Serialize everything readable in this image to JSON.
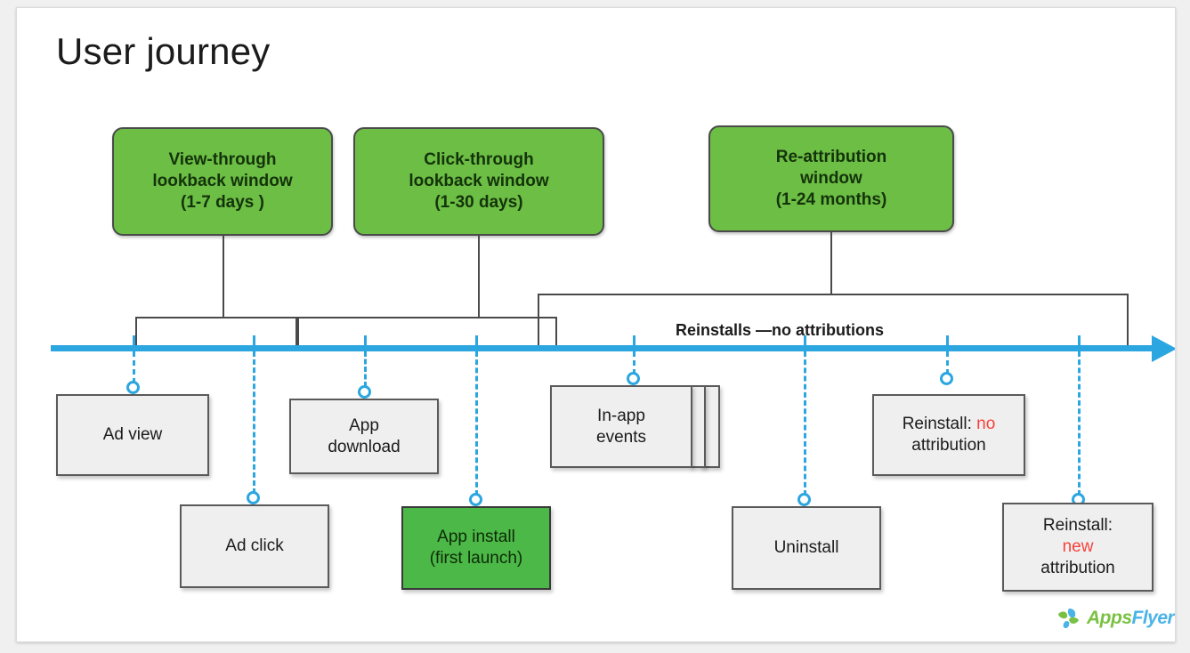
{
  "page": {
    "title": "User journey"
  },
  "windows": [
    {
      "name": "view-through",
      "line1": "View-through",
      "line2": "lookback window",
      "line3": "(1-7 days )"
    },
    {
      "name": "click-through",
      "line1": "Click-through",
      "line2": "lookback window",
      "line3": "(1-30 days)"
    },
    {
      "name": "re-attribution",
      "line1": "Re-attribution",
      "line2": "window",
      "line3": "(1-24 months)"
    }
  ],
  "timeline": {
    "caption": "Reinstalls —no attributions",
    "arrow_icon": "arrow-right-icon",
    "line_color": "#2ca6e0"
  },
  "events": {
    "ad_view": "Ad view",
    "ad_click": "Ad click",
    "app_download_l1": "App",
    "app_download_l2": "download",
    "app_install_l1": "App install",
    "app_install_l2": "(first launch)",
    "in_app_events_l1": "In-app",
    "in_app_events_l2": "events",
    "uninstall": "Uninstall",
    "reinstall_no_l1a": "Reinstall:",
    "reinstall_no_l1b": "no",
    "reinstall_no_l2": "attribution",
    "reinstall_new_l1": "Reinstall:",
    "reinstall_new_l2": "new",
    "reinstall_new_l3": "attribution"
  },
  "colors": {
    "green_window": "#6cbe45",
    "green_event": "#4cb848",
    "blue": "#2ca6e0",
    "red": "#f8423c",
    "box_gray": "#efefef"
  },
  "logo": {
    "part1": "Apps",
    "part2": "Flyer",
    "icon": "pinwheel-icon"
  }
}
